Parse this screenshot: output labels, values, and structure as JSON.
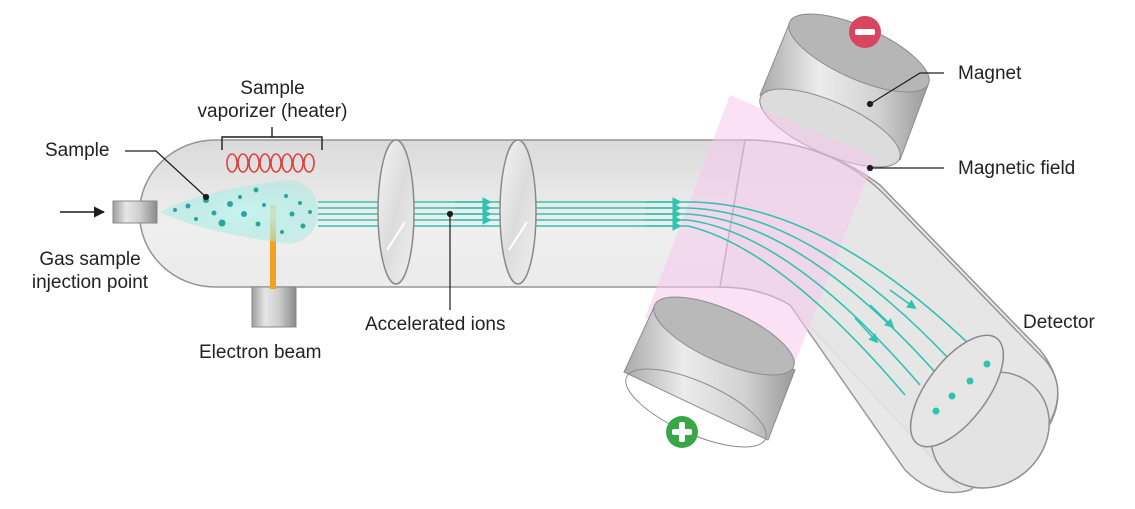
{
  "labels": {
    "sample": "Sample",
    "vaporizer_line1": "Sample",
    "vaporizer_line2": "vaporizer (heater)",
    "gas_injection_line1": "Gas sample",
    "gas_injection_line2": "injection point",
    "electron_beam": "Electron beam",
    "accelerated_ions": "Accelerated ions",
    "magnet": "Magnet",
    "magnetic_field": "Magnetic field",
    "detector": "Detector"
  },
  "symbols": {
    "negative_pole": "minus-sign",
    "positive_pole": "plus-sign"
  },
  "colors": {
    "ion_beam": "#2fc3b0",
    "magnetic_field": "#f6c8ef",
    "heater_coil": "#e0403c",
    "electron_beam": "#f2a21e",
    "negative": "#d9455f",
    "positive": "#3aa647",
    "tube_fill": "#e8e8e8",
    "tube_stroke": "#8f8f8f"
  }
}
